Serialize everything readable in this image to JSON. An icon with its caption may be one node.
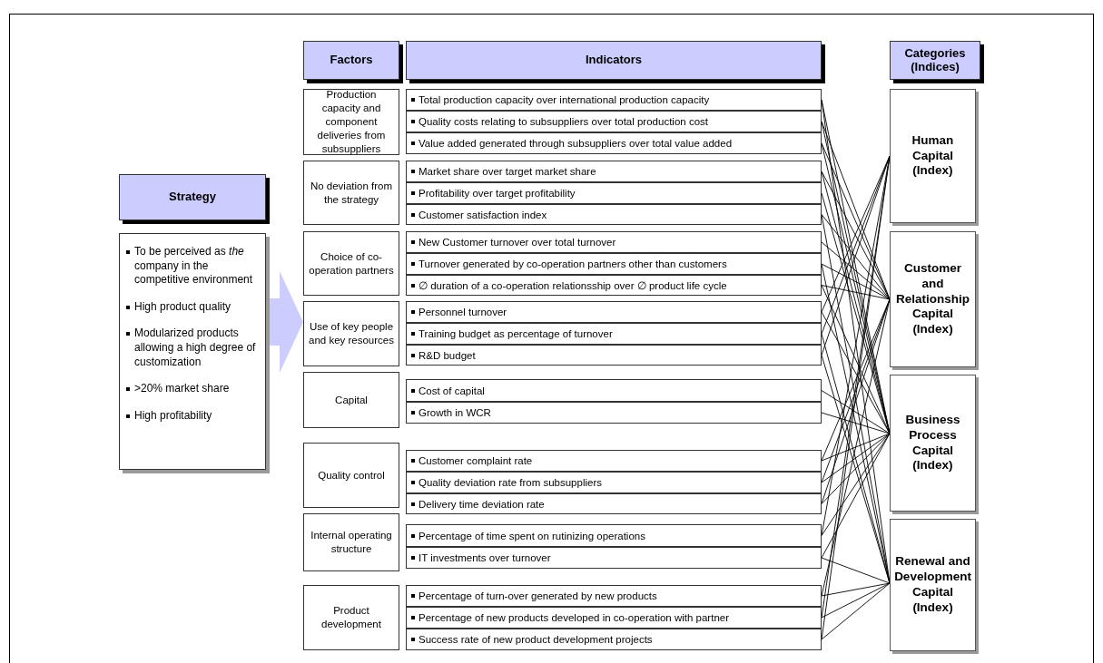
{
  "diagram": {
    "nodes": [
      {
        "text": [
          "Factors"
        ]
      },
      {
        "text": [
          "Indicators"
        ]
      },
      {
        "text": [
          "Categories (Indices)"
        ]
      },
      {
        "text": [
          "Strategy"
        ]
      },
      {
        "text": [
          "To be perceived as *the* company in the competitive environment",
          "High product quality",
          "Modularized products allowing a high degree of customization",
          ">20% market share",
          "High profitability"
        ]
      },
      {
        "text": [
          "Production capacity and component deliveries from subsuppliers"
        ]
      },
      {
        "text": [
          "No deviation from the strategy"
        ]
      },
      {
        "text": [
          "Choice of co-operation partners"
        ]
      },
      {
        "text": [
          "Use of key people and key resources"
        ]
      },
      {
        "text": [
          "Capital"
        ]
      },
      {
        "text": [
          "Quality control"
        ]
      },
      {
        "text": [
          "Internal operating structure"
        ]
      },
      {
        "text": [
          "Product development"
        ]
      },
      {
        "text": [
          "Total production capacity over international production capacity"
        ]
      },
      {
        "text": [
          "Quality costs relating to subsuppliers over total production cost"
        ]
      },
      {
        "text": [
          "Value added generated through subsuppliers over total value added"
        ]
      },
      {
        "text": [
          "Market share over target market share"
        ]
      },
      {
        "text": [
          "Profitability over target profitability"
        ]
      },
      {
        "text": [
          "Customer satisfaction index"
        ]
      },
      {
        "text": [
          "New Customer turnover over total turnover"
        ]
      },
      {
        "text": [
          "Turnover generated by co-operation partners other than customers"
        ]
      },
      {
        "text": [
          "∅ duration of a co-operation relationsship over ∅ product life cycle"
        ]
      },
      {
        "text": [
          "Personnel turnover"
        ]
      },
      {
        "text": [
          "Training budget as percentage of turnover"
        ]
      },
      {
        "text": [
          "R&D budget"
        ]
      },
      {
        "text": [
          "Cost of capital"
        ]
      },
      {
        "text": [
          "Growth in WCR"
        ]
      },
      {
        "text": [
          "Customer complaint rate"
        ]
      },
      {
        "text": [
          "Quality deviation rate from subsuppliers"
        ]
      },
      {
        "text": [
          "Delivery time deviation rate"
        ]
      },
      {
        "text": [
          "Percentage of time spent on rutinizing operations"
        ]
      },
      {
        "text": [
          "IT investments over turnover"
        ]
      },
      {
        "text": [
          "Percentage of turn-over generated by new products"
        ]
      },
      {
        "text": [
          "Percentage of new products developed in co-operation with partner"
        ]
      },
      {
        "text": [
          "Success rate of new product development projects"
        ]
      },
      {
        "text": [
          "Human Capital (Index)"
        ]
      },
      {
        "text": [
          "Customer and Relationship Capital (Index)"
        ]
      },
      {
        "text": [
          "Business Process Capital (Index)"
        ]
      },
      {
        "text": [
          "Renewal and Development Capital (Index)"
        ]
      }
    ],
    "edges": [
      {
        "from": 4,
        "to": 8,
        "arrow": "to",
        "style": "thick",
        "color": "#ccccff"
      },
      {
        "from": 13,
        "to": 37,
        "arrow": "none"
      },
      {
        "from": 13,
        "to": 38,
        "arrow": "none"
      },
      {
        "from": 14,
        "to": 37,
        "arrow": "none"
      },
      {
        "from": 14,
        "to": 36,
        "arrow": "none"
      },
      {
        "from": 15,
        "to": 37,
        "arrow": "none"
      },
      {
        "from": 15,
        "to": 36,
        "arrow": "none"
      },
      {
        "from": 16,
        "to": 36,
        "arrow": "none"
      },
      {
        "from": 16,
        "to": 37,
        "arrow": "none"
      },
      {
        "from": 17,
        "to": 37,
        "arrow": "none"
      },
      {
        "from": 18,
        "to": 36,
        "arrow": "none"
      },
      {
        "from": 18,
        "to": 38,
        "arrow": "none"
      },
      {
        "from": 19,
        "to": 36,
        "arrow": "none"
      },
      {
        "from": 20,
        "to": 36,
        "arrow": "none"
      },
      {
        "from": 20,
        "to": 38,
        "arrow": "none"
      },
      {
        "from": 21,
        "to": 36,
        "arrow": "none"
      },
      {
        "from": 21,
        "to": 37,
        "arrow": "none"
      },
      {
        "from": 22,
        "to": 35,
        "arrow": "none"
      },
      {
        "from": 22,
        "to": 37,
        "arrow": "none"
      },
      {
        "from": 23,
        "to": 35,
        "arrow": "none"
      },
      {
        "from": 23,
        "to": 38,
        "arrow": "none"
      },
      {
        "from": 24,
        "to": 35,
        "arrow": "none"
      },
      {
        "from": 24,
        "to": 38,
        "arrow": "none"
      },
      {
        "from": 25,
        "to": 37,
        "arrow": "none"
      },
      {
        "from": 26,
        "to": 37,
        "arrow": "none"
      },
      {
        "from": 27,
        "to": 36,
        "arrow": "none"
      },
      {
        "from": 27,
        "to": 37,
        "arrow": "none"
      },
      {
        "from": 28,
        "to": 36,
        "arrow": "none"
      },
      {
        "from": 28,
        "to": 37,
        "arrow": "none"
      },
      {
        "from": 29,
        "to": 36,
        "arrow": "none"
      },
      {
        "from": 29,
        "to": 37,
        "arrow": "none"
      },
      {
        "from": 30,
        "to": 37,
        "arrow": "none"
      },
      {
        "from": 30,
        "to": 35,
        "arrow": "none"
      },
      {
        "from": 31,
        "to": 37,
        "arrow": "none"
      },
      {
        "from": 31,
        "to": 38,
        "arrow": "none"
      },
      {
        "from": 32,
        "to": 38,
        "arrow": "none"
      },
      {
        "from": 32,
        "to": 36,
        "arrow": "none"
      },
      {
        "from": 33,
        "to": 38,
        "arrow": "none"
      },
      {
        "from": 33,
        "to": 35,
        "arrow": "none"
      },
      {
        "from": 34,
        "to": 38,
        "arrow": "none"
      },
      {
        "from": 34,
        "to": 35,
        "arrow": "none"
      }
    ]
  }
}
